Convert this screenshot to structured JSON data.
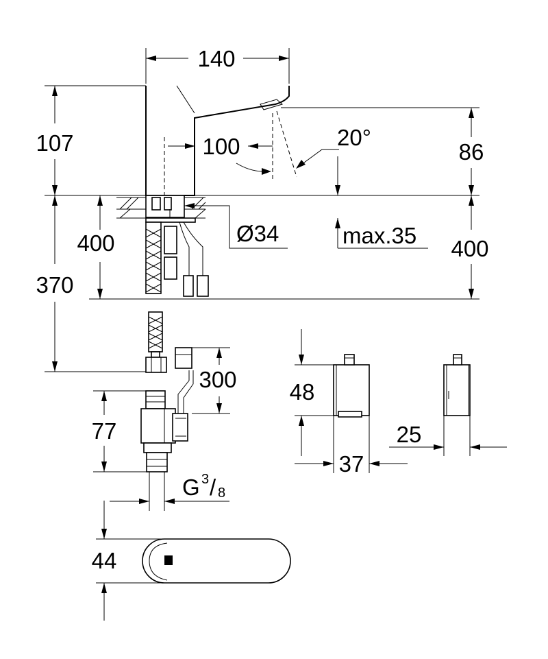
{
  "dimensions": {
    "spout_width": "140",
    "spout_reach": "100",
    "spray_angle": "20°",
    "height_left": "107",
    "height_right": "86",
    "hole_diameter": "Ø34",
    "max_thickness": "max.35",
    "hose_length_left": "400",
    "hose_length_right": "400",
    "total_length": "370",
    "cable_length": "300",
    "valve_height": "77",
    "thread_main": "G",
    "thread_num": "3",
    "thread_den": "8",
    "box_height": "48",
    "box_width": "37",
    "box_depth": "25",
    "sensor_height": "44"
  }
}
